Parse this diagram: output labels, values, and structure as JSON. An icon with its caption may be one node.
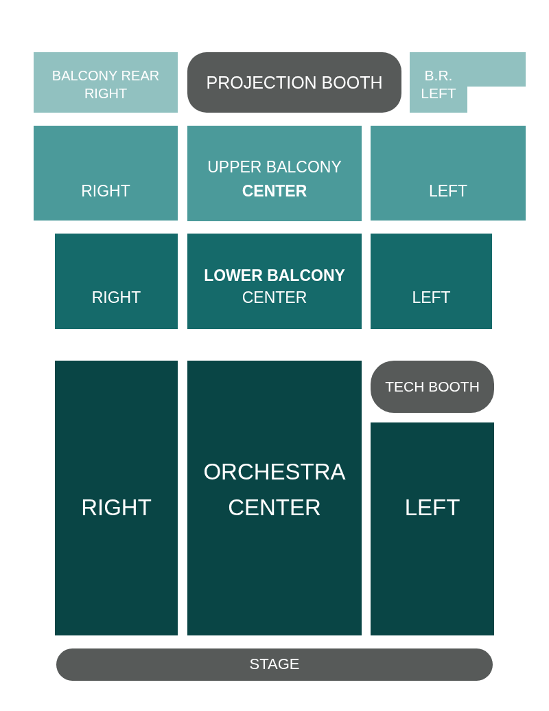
{
  "diagram": {
    "nodes": [
      {
        "text": [
          "BALCONY REAR RIGHT"
        ]
      },
      {
        "text": [
          "PROJECTION BOOTH"
        ]
      },
      {
        "text": [
          "B.R. LEFT"
        ]
      },
      {
        "text": [
          "RIGHT"
        ]
      },
      {
        "text": [
          "UPPER BALCONY",
          "CENTER"
        ]
      },
      {
        "text": [
          "LEFT"
        ]
      },
      {
        "text": [
          "RIGHT"
        ]
      },
      {
        "text": [
          "LOWER BALCONY",
          "CENTER"
        ]
      },
      {
        "text": [
          "LEFT"
        ]
      },
      {
        "text": [
          "RIGHT"
        ]
      },
      {
        "text": [
          "ORCHESTRA CENTER"
        ]
      },
      {
        "text": [
          "TECH BOOTH"
        ]
      },
      {
        "text": [
          "LEFT"
        ]
      },
      {
        "text": [
          "STAGE"
        ]
      }
    ]
  }
}
